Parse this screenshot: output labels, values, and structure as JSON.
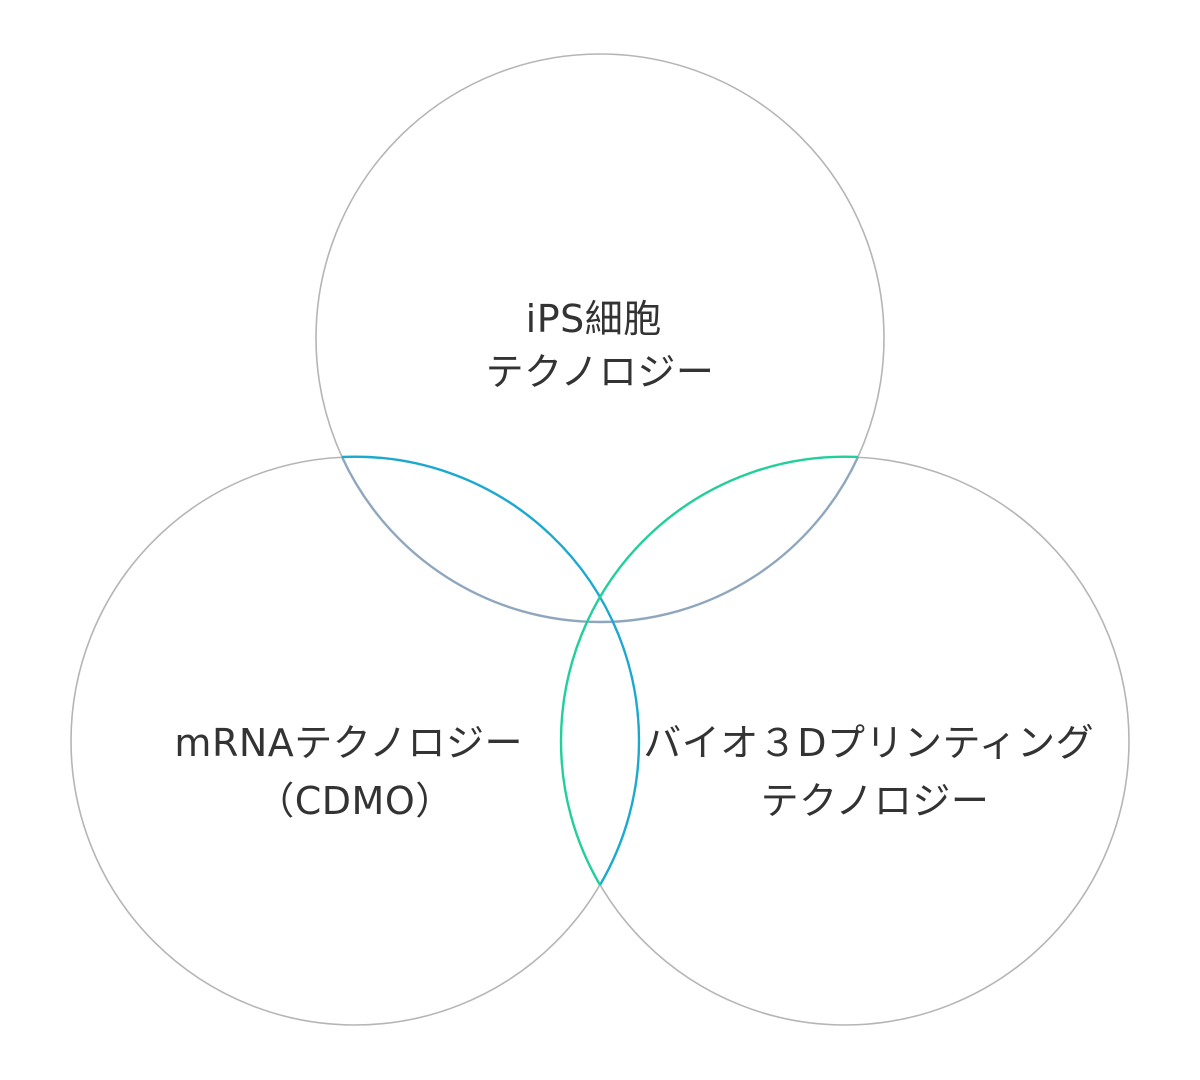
{
  "diagram": {
    "circles": [
      {
        "id": "ips",
        "lines": [
          "iPS細胞",
          "テクノロジー"
        ],
        "stroke": "#b5b5b5"
      },
      {
        "id": "mrna",
        "lines": [
          "mRNAテクノロジー",
          "（CDMO）"
        ],
        "stroke": "#b5b5b5"
      },
      {
        "id": "bio3d",
        "lines": [
          "バイオ３Dプリンティング",
          "テクノロジー"
        ],
        "stroke": "#b5b5b5"
      }
    ],
    "overlap_colors": {
      "ips_mrna_arc": "#8fa7be",
      "ips_bio3d_arc": "#8fa7be",
      "mrna_arc_in_ips": "#1ba9cf",
      "bio3d_arc_in_ips": "#22cf9a"
    }
  }
}
